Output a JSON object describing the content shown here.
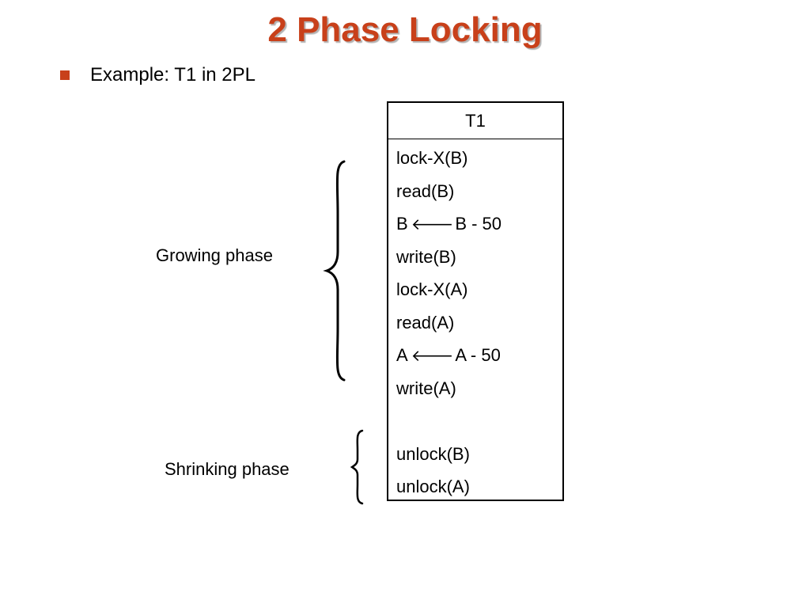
{
  "slide": {
    "title": "2 Phase Locking",
    "bullet": "Example: T1 in 2PL"
  },
  "colors": {
    "title": "#c8401a",
    "bullet": "#c8401a"
  },
  "table": {
    "header": "T1",
    "operations": [
      {
        "text": "lock-X(B)"
      },
      {
        "text": "read(B)"
      },
      {
        "lhs": "B",
        "arrow": "arrow-left-icon",
        "rhs": "B - 50"
      },
      {
        "text": "write(B)"
      },
      {
        "text": "lock-X(A)"
      },
      {
        "text": "read(A)"
      },
      {
        "lhs": "A",
        "arrow": "arrow-left-icon",
        "rhs": "A - 50"
      },
      {
        "text": "write(A)"
      },
      {
        "text": ""
      },
      {
        "text": "unlock(B)"
      },
      {
        "text": "unlock(A)"
      }
    ]
  },
  "phases": {
    "growing": "Growing phase",
    "shrinking": "Shrinking phase"
  }
}
